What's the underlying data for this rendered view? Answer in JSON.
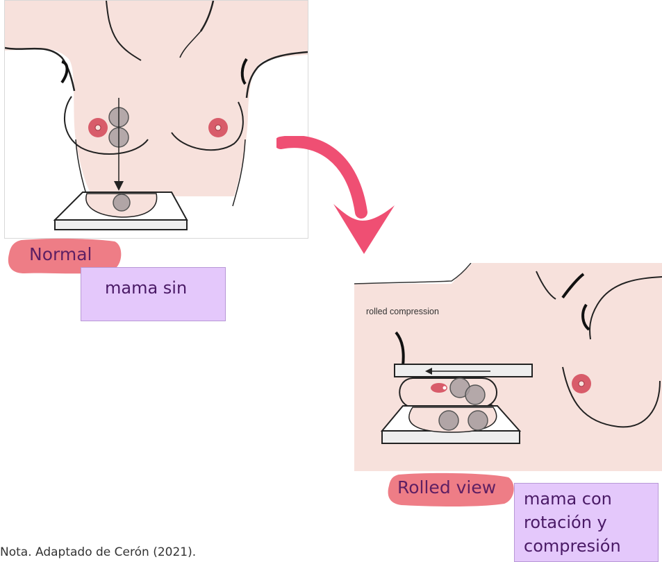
{
  "panels": {
    "normal": {
      "label": "Normal",
      "note": "mama sin"
    },
    "rolled": {
      "label": "Rolled view",
      "caption": "rolled compression",
      "note_lines": [
        "mama con",
        "rotación y",
        "compresión"
      ]
    }
  },
  "source_note": "Nota. Adaptado de Cerón (2021).",
  "colors": {
    "skin": "#f7e1dc",
    "nipple": "#d85c6a",
    "label_blob": "#ee7d86",
    "label_text": "#5e1f63",
    "note_box": "#e4c8fb",
    "arrow": "#ef4f73",
    "lesion": "#a89ea0"
  },
  "icons": {
    "transition": "curved-arrow-icon"
  }
}
